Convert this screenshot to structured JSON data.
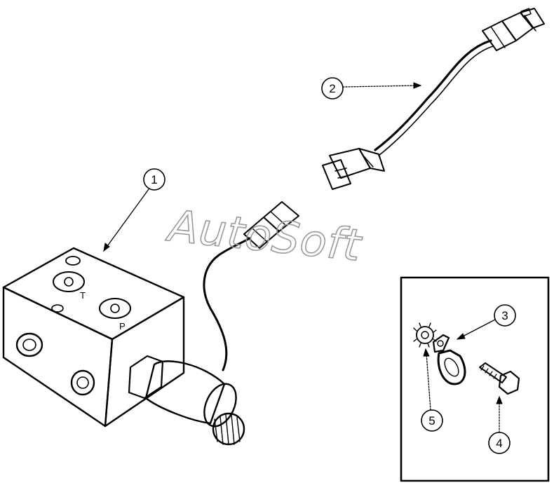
{
  "watermark": {
    "text": "AutoSoft"
  },
  "ports": {
    "t": "T",
    "p": "P"
  },
  "callouts": [
    {
      "id": "1",
      "label": "1"
    },
    {
      "id": "2",
      "label": "2"
    },
    {
      "id": "3",
      "label": "3"
    },
    {
      "id": "4",
      "label": "4"
    },
    {
      "id": "5",
      "label": "5"
    }
  ],
  "colors": {
    "ink": "#000000",
    "watermark": "#9a9a9a",
    "background": "#ffffff"
  }
}
